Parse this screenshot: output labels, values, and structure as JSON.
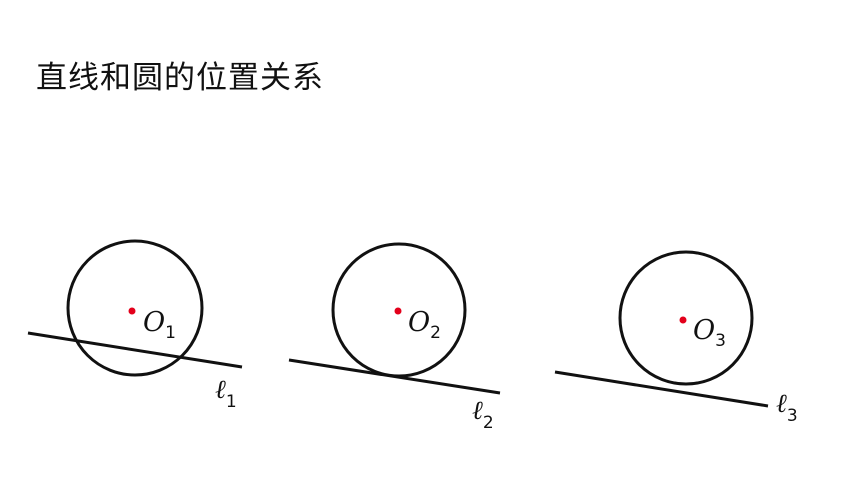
{
  "title": "直线和圆的位置关系",
  "colors": {
    "stroke": "#111111",
    "center_point": "#e3001b",
    "background": "#ffffff"
  },
  "figures": [
    {
      "relation": "secant",
      "center_label": {
        "base": "O",
        "sub": "1"
      },
      "line_label": {
        "base": "ℓ",
        "sub": "1"
      }
    },
    {
      "relation": "tangent",
      "center_label": {
        "base": "O",
        "sub": "2"
      },
      "line_label": {
        "base": "ℓ",
        "sub": "2"
      }
    },
    {
      "relation": "separate",
      "center_label": {
        "base": "O",
        "sub": "3"
      },
      "line_label": {
        "base": "ℓ",
        "sub": "3"
      }
    }
  ]
}
